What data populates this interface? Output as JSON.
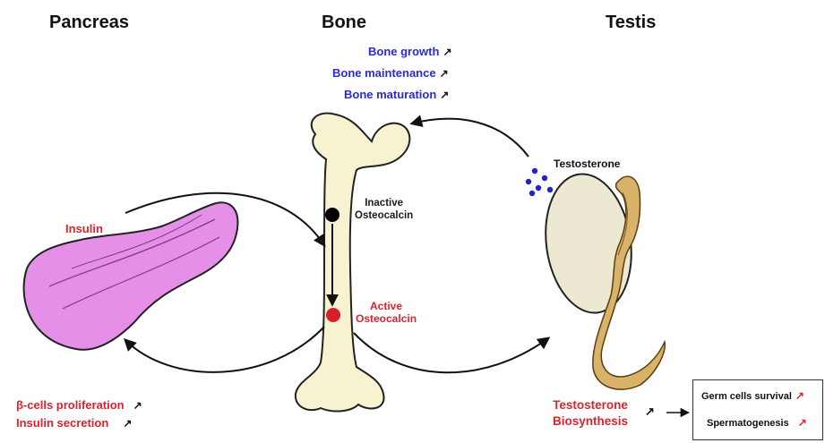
{
  "headers": {
    "pancreas": "Pancreas",
    "bone": "Bone",
    "testis": "Testis"
  },
  "bone_effects": [
    {
      "label": "Bone growth",
      "arrow": "↗"
    },
    {
      "label": "Bone maintenance",
      "arrow": "↗"
    },
    {
      "label": "Bone maturation",
      "arrow": "↗"
    }
  ],
  "labels": {
    "insulin": "Insulin",
    "inactive_osteocalcin": "Inactive\nOsteocalcin",
    "active_osteocalcin": "Active\nOsteocalcin",
    "testosterone": "Testosterone",
    "testosterone_biosynthesis_1": "Testosterone",
    "testosterone_biosynthesis_2": "Biosynthesis",
    "biosynthesis_arrow": "↗"
  },
  "pancreas_effects": [
    {
      "label": "β-cells proliferation",
      "arrow": "↗"
    },
    {
      "label": "Insulin secretion",
      "arrow": "↗"
    }
  ],
  "testis_box": [
    {
      "label": "Germ cells survival",
      "arrow": "↗"
    },
    {
      "label": "Spermatogenesis",
      "arrow": "↗"
    }
  ],
  "colors": {
    "blue_text": "#2a2ad6",
    "red_text": "#d8242c",
    "pancreas_fill": "#e58fe8",
    "bone_fill": "#f7f2cf",
    "testis_fill": "#ece8d2",
    "epididymis_fill": "#d9b36a",
    "testosterone_dots": "#2222cc",
    "inactive_dot": "#000000",
    "active_dot": "#d81e28"
  }
}
